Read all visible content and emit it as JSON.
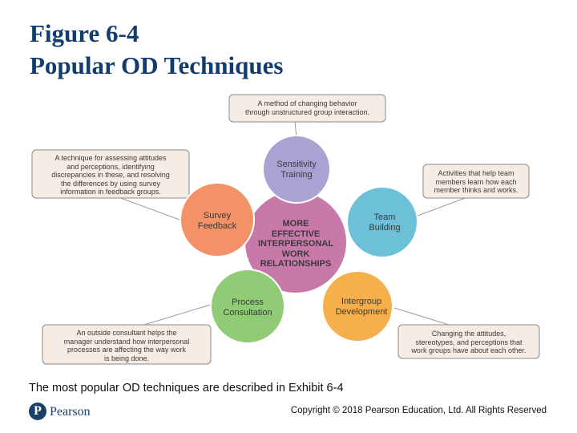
{
  "title": {
    "line1": "Figure 6-4",
    "line2": "Popular OD Techniques"
  },
  "diagram": {
    "center": [
      "MORE",
      "EFFECTIVE",
      "INTERPERSONAL",
      "WORK",
      "RELATIONSHIPS"
    ],
    "techniques": {
      "sensitivity": {
        "name": [
          "Sensitivity",
          "Training"
        ],
        "description": [
          "A method of changing behavior",
          "through unstructured group interaction."
        ]
      },
      "team": {
        "name": [
          "Team",
          "Building"
        ],
        "description": [
          "Activities that help team",
          "members learn how each",
          "member thinks and works."
        ]
      },
      "intergroup": {
        "name": [
          "Intergroup",
          "Development"
        ],
        "description": [
          "Changing the attitudes,",
          "stereotypes, and perceptions that",
          "work groups have about each other."
        ]
      },
      "process": {
        "name": [
          "Process",
          "Consultation"
        ],
        "description": [
          "An outside consultant helps the",
          "manager understand how interpersonal",
          "processes are affecting the way work",
          "is being done."
        ]
      },
      "survey": {
        "name": [
          "Survey",
          "Feedback"
        ],
        "description": [
          "A technique for assessing attitudes",
          "and perceptions, identifying",
          "discrepancies in these, and resolving",
          "the differences by using survey",
          "information in feedback groups."
        ]
      }
    },
    "colors": {
      "center": "#c879aa",
      "sensitivity": "#a9a2d3",
      "team": "#6cc1d8",
      "intergroup": "#f5b04c",
      "process": "#90cc76",
      "survey": "#f39266",
      "box_fill": "#f7ece3",
      "box_border": "#8a8a8a"
    }
  },
  "caption": "The most popular OD techniques are described in Exhibit 6-4",
  "footer": {
    "logo_text": "Pearson",
    "logo_mark": "P",
    "copyright": "Copyright © 2018 Pearson Education, Ltd. All Rights Reserved"
  }
}
